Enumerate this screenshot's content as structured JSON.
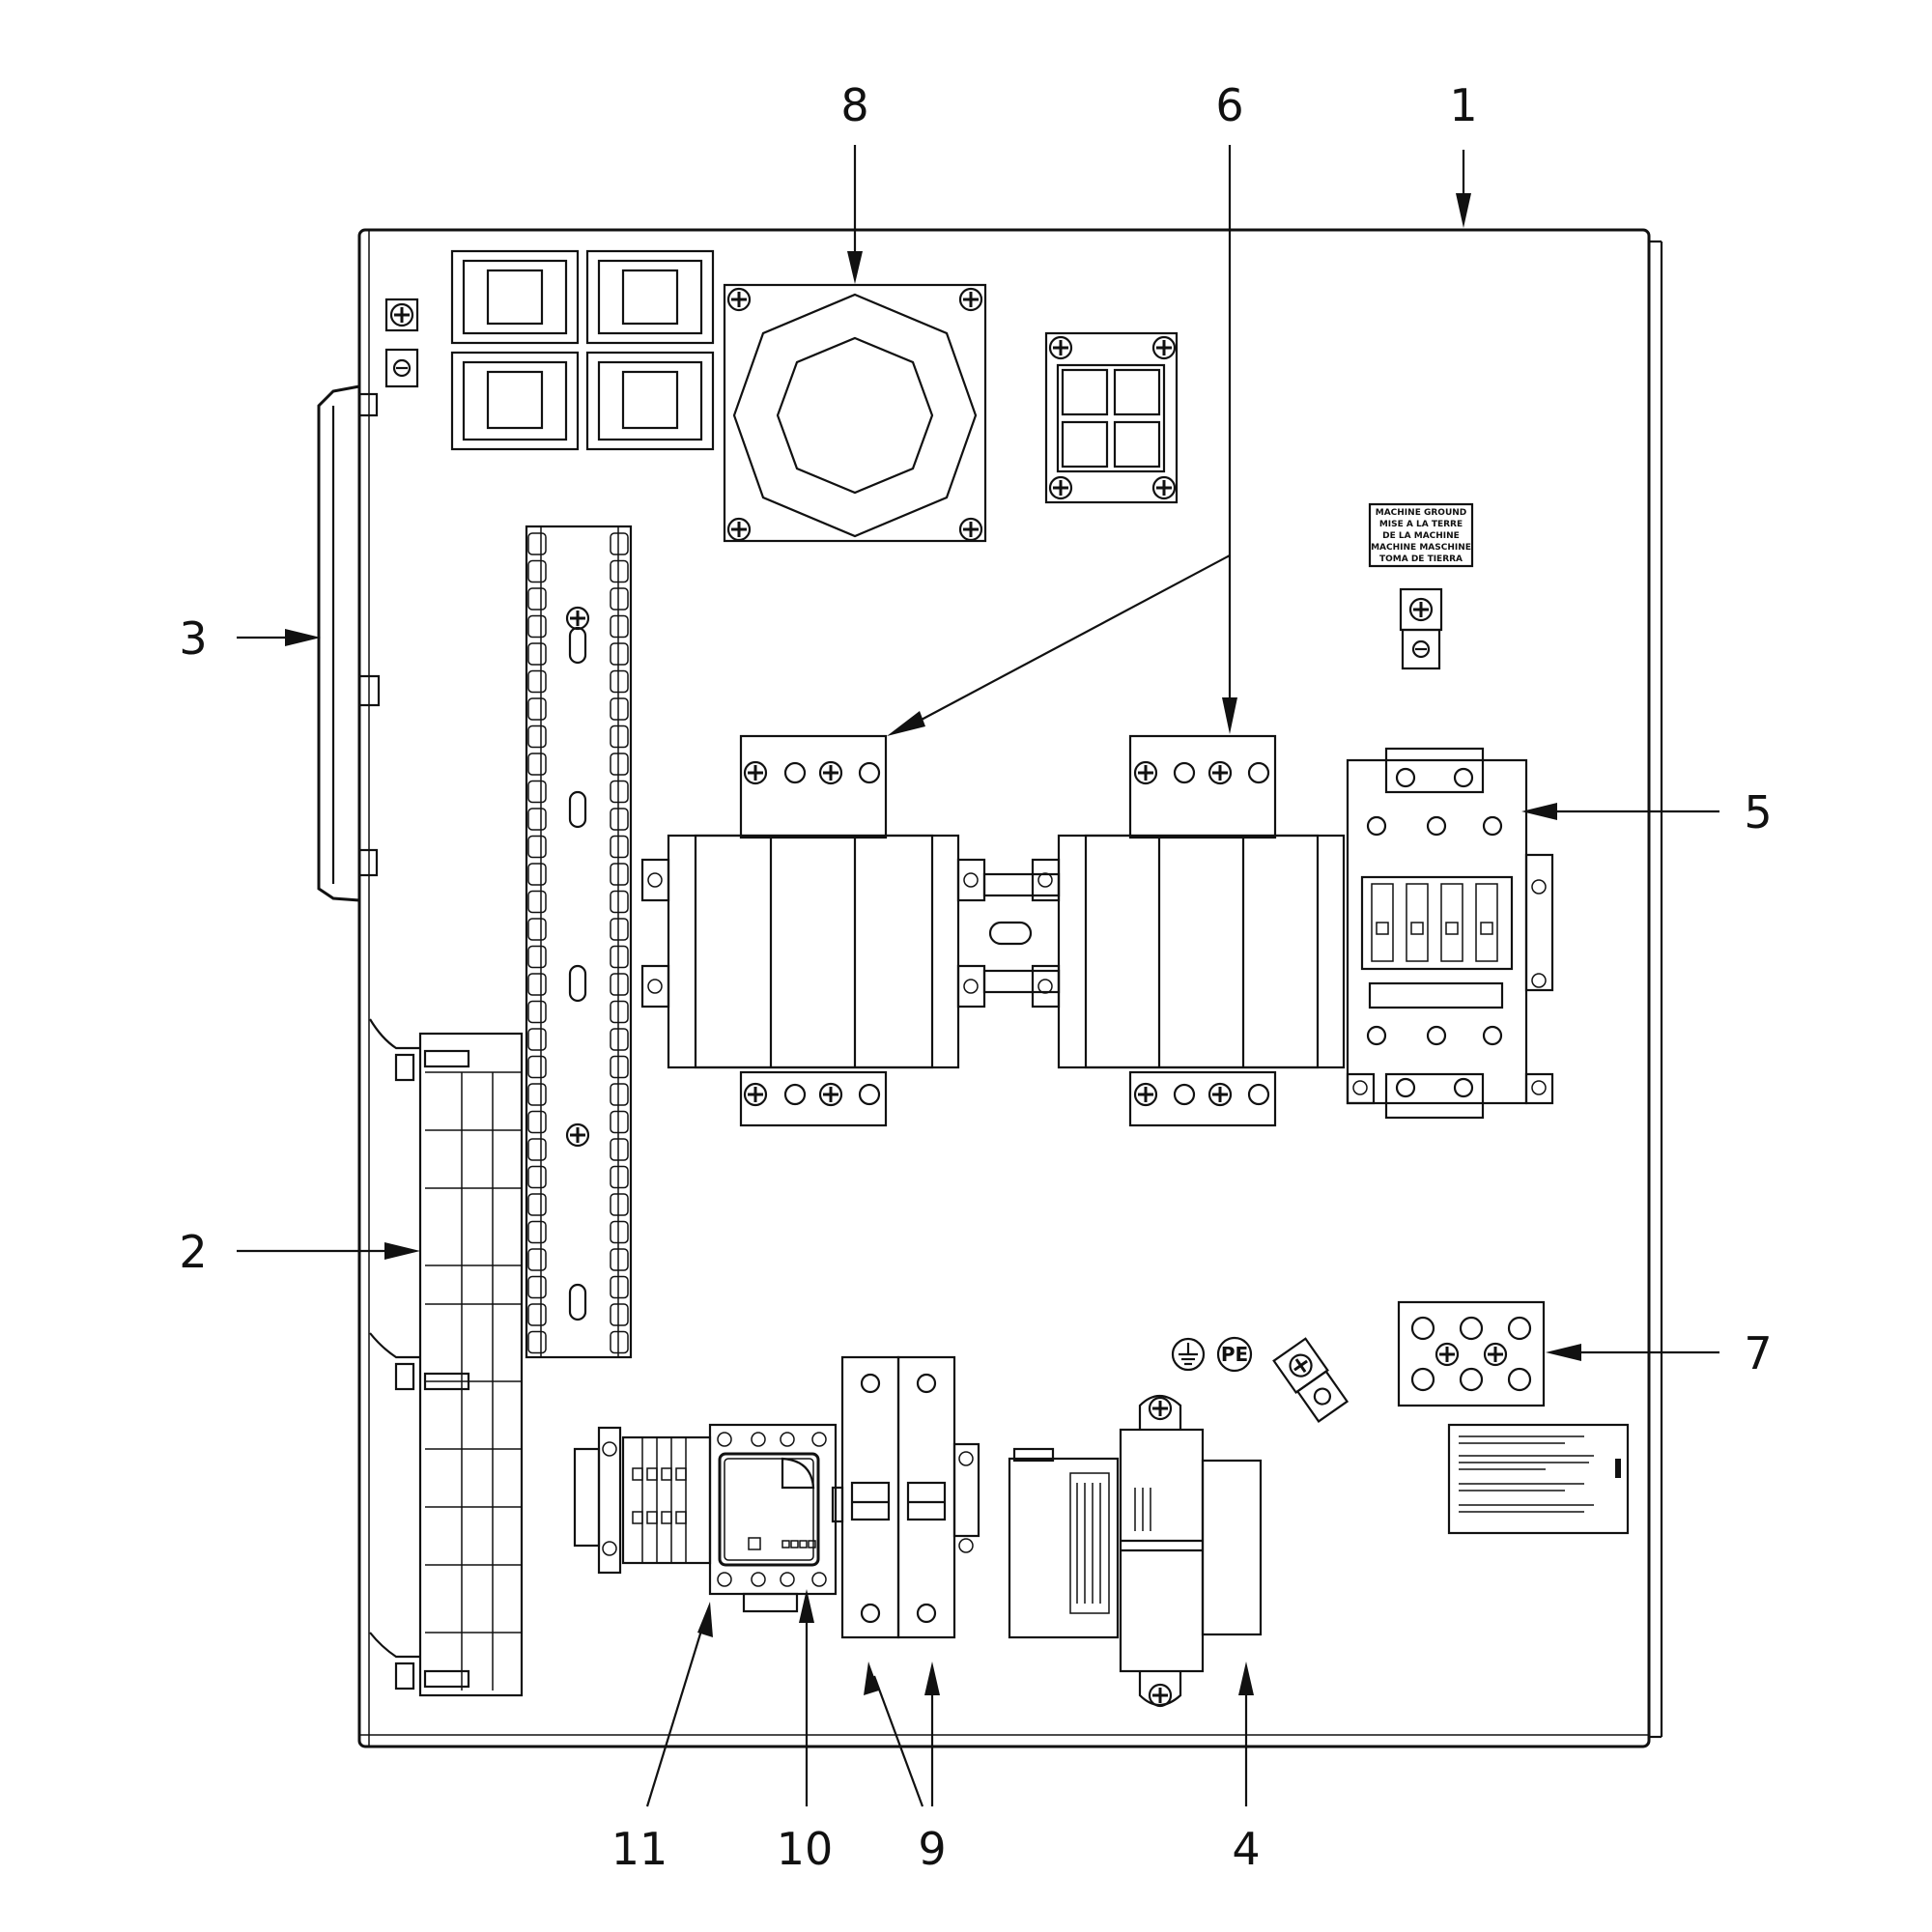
{
  "callouts": [
    {
      "id": "1",
      "label": "1"
    },
    {
      "id": "2",
      "label": "2"
    },
    {
      "id": "3",
      "label": "3"
    },
    {
      "id": "4",
      "label": "4"
    },
    {
      "id": "5",
      "label": "5"
    },
    {
      "id": "6",
      "label": "6"
    },
    {
      "id": "7",
      "label": "7"
    },
    {
      "id": "8",
      "label": "8"
    },
    {
      "id": "9",
      "label": "9"
    },
    {
      "id": "10",
      "label": "10"
    },
    {
      "id": "11",
      "label": "11"
    }
  ],
  "ground_label": {
    "lines": [
      "MACHINE GROUND",
      "MISE A LA TERRE",
      "DE LA MACHINE",
      "MACHINE MASCHINE",
      "TOMA DE TIERRA"
    ]
  },
  "pe_symbol": "PE",
  "icons": [
    "ground-symbol-icon",
    "screw-icon",
    "arrow-icon"
  ]
}
